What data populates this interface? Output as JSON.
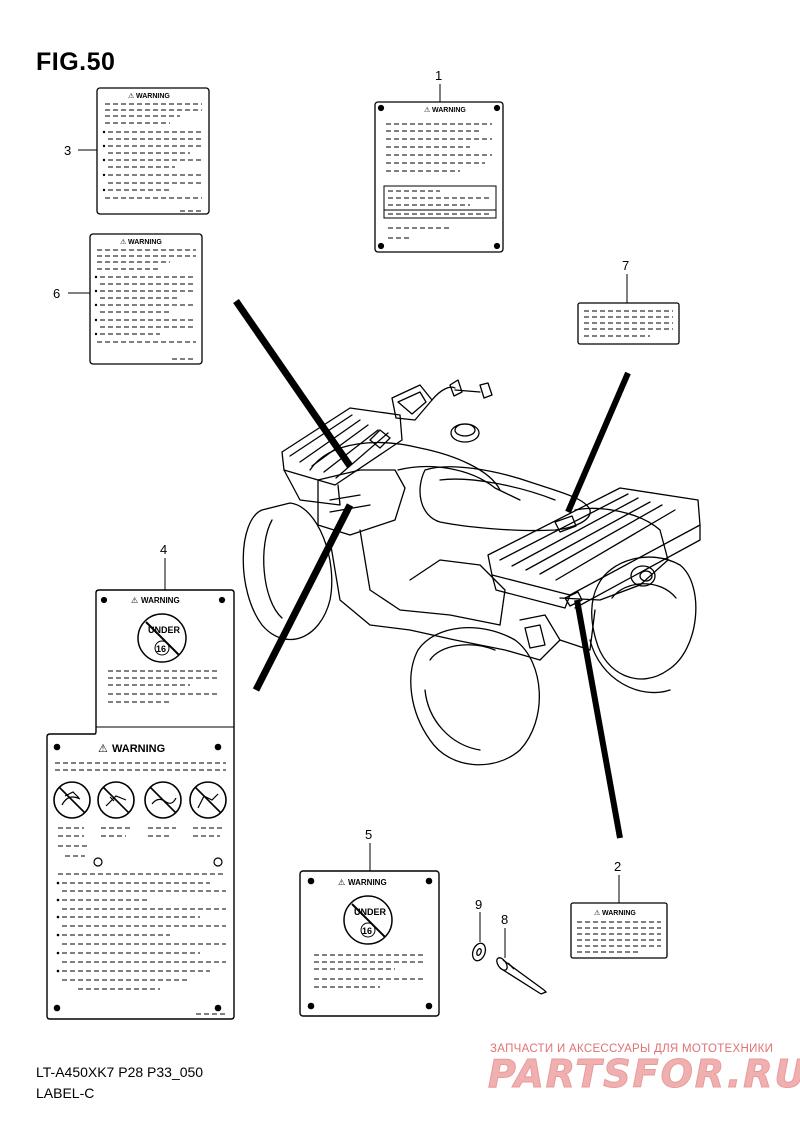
{
  "figure": {
    "title": "FIG.50"
  },
  "model_code": "LT-A450XK7  P28  P33_050",
  "section": "LABEL-C",
  "callouts": [
    "1",
    "2",
    "3",
    "4",
    "5",
    "6",
    "7",
    "8",
    "9"
  ],
  "label_text": {
    "warning": "WARNING",
    "under": "UNDER",
    "age": "16"
  },
  "watermark": {
    "tagline": "ЗАПЧАСТИ И АКСЕССУАРЫ ДЛЯ МОТОТЕХНИКИ",
    "brand": "PARTSFOR.RU"
  }
}
